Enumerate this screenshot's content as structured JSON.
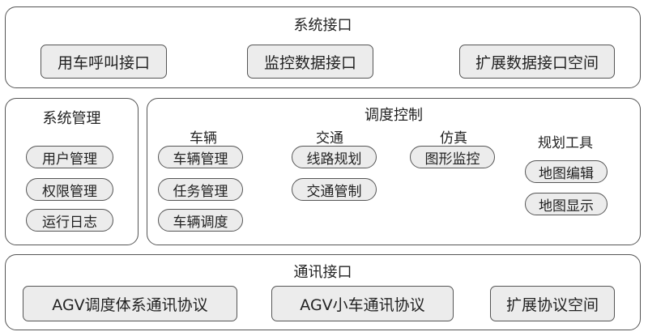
{
  "system_interface": {
    "title": "系统接口",
    "items": [
      "用车呼叫接口",
      "监控数据接口",
      "扩展数据接口空间"
    ]
  },
  "system_management": {
    "title": "系统管理",
    "items": [
      "用户管理",
      "权限管理",
      "运行日志"
    ]
  },
  "dispatch_control": {
    "title": "调度控制",
    "groups": [
      {
        "label": "车辆",
        "items": [
          "车辆管理",
          "任务管理",
          "车辆调度"
        ]
      },
      {
        "label": "交通",
        "items": [
          "线路规划",
          "交通管制"
        ]
      },
      {
        "label": "仿真",
        "items": [
          "图形监控"
        ]
      },
      {
        "label": "规划工具",
        "items": [
          "地图编辑",
          "地图显示"
        ]
      }
    ]
  },
  "communication_interface": {
    "title": "通讯接口",
    "items": [
      "AGV调度体系通讯协议",
      "AGV小车通讯协议",
      "扩展协议空间"
    ]
  }
}
